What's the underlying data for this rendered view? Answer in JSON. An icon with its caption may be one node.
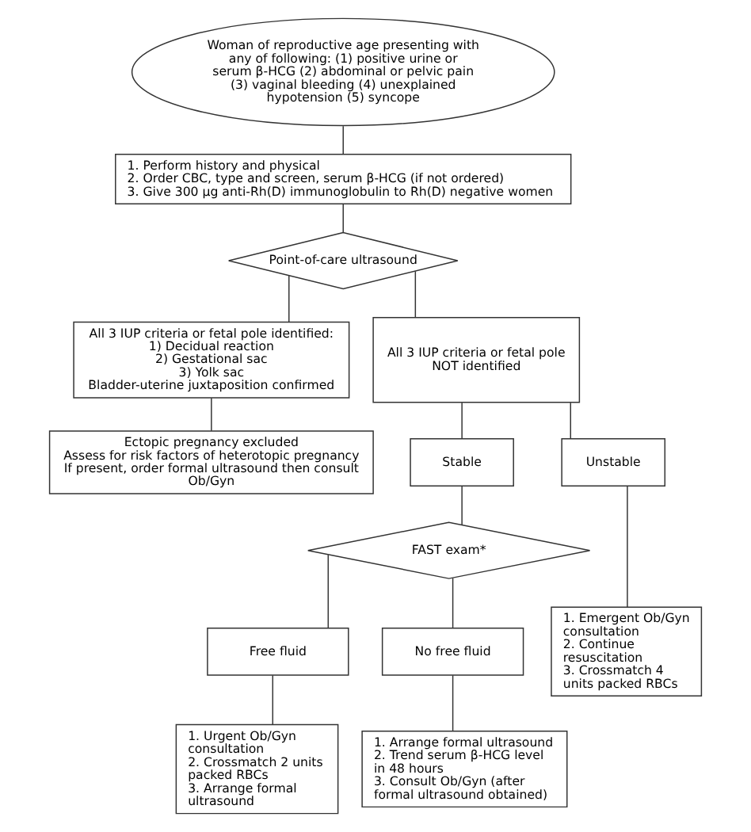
{
  "diagram": {
    "nodes": [
      {
        "text": [
          "Woman of reproductive age presenting with any of following: (1) positive urine or serum β-HCG (2) abdominal or pelvic pain (3) vaginal bleeding (4) unexplained hypotension (5) syncope"
        ]
      },
      {
        "text": [
          "1. Perform history and physical",
          "2. Order CBC, type and screen, serum β-HCG (if not ordered)",
          "3. Give 300 μg anti-Rh(D) immunoglobulin to Rh(D) negative women"
        ]
      },
      {
        "text": [
          "Point-of-care ultrasound"
        ]
      },
      {
        "text": [
          "All 3 IUP criteria or fetal pole identified:",
          "1) Decidual reaction",
          "2) Gestational sac",
          "3) Yolk sac",
          "Bladder-uterine juxtaposition confirmed"
        ]
      },
      {
        "text": [
          "All 3 IUP criteria or fetal pole NOT identified"
        ]
      },
      {
        "text": [
          "Ectopic pregnancy excluded",
          "Assess for risk factors of heterotopic pregnancy",
          "If present, order formal ultrasound then consult Ob/Gyn"
        ]
      },
      {
        "text": [
          "Stable"
        ]
      },
      {
        "text": [
          "Unstable"
        ]
      },
      {
        "text": [
          "FAST exam*"
        ]
      },
      {
        "text": [
          "Free fluid"
        ]
      },
      {
        "text": [
          "No free fluid"
        ]
      },
      {
        "text": [
          "1. Emergent Ob/Gyn consultation",
          "2. Continue resuscitation",
          "3. Crossmatch 4 units packed RBCs"
        ]
      },
      {
        "text": [
          "1. Urgent Ob/Gyn consultation",
          "2. Crossmatch 2 units packed RBCs",
          "3. Arrange formal ultrasound"
        ]
      },
      {
        "text": [
          "1. Arrange formal ultrasound",
          "2. Trend serum β-HCG level in 48 hours",
          "3. Consult Ob/Gyn (after formal ultrasound obtained)"
        ]
      }
    ],
    "edges": [
      {
        "from": 0,
        "to": 1,
        "arrow": "none"
      },
      {
        "from": 1,
        "to": 2,
        "arrow": "none"
      },
      {
        "from": 2,
        "to": 3,
        "arrow": "none"
      },
      {
        "from": 2,
        "to": 4,
        "arrow": "none"
      },
      {
        "from": 3,
        "to": 5,
        "arrow": "none"
      },
      {
        "from": 4,
        "to": 6,
        "arrow": "none"
      },
      {
        "from": 4,
        "to": 7,
        "arrow": "none"
      },
      {
        "from": 6,
        "to": 8,
        "arrow": "none"
      },
      {
        "from": 7,
        "to": 11,
        "arrow": "none"
      },
      {
        "from": 8,
        "to": 9,
        "arrow": "none"
      },
      {
        "from": 8,
        "to": 10,
        "arrow": "none"
      },
      {
        "from": 9,
        "to": 12,
        "arrow": "none"
      },
      {
        "from": 10,
        "to": 13,
        "arrow": "none"
      }
    ]
  }
}
